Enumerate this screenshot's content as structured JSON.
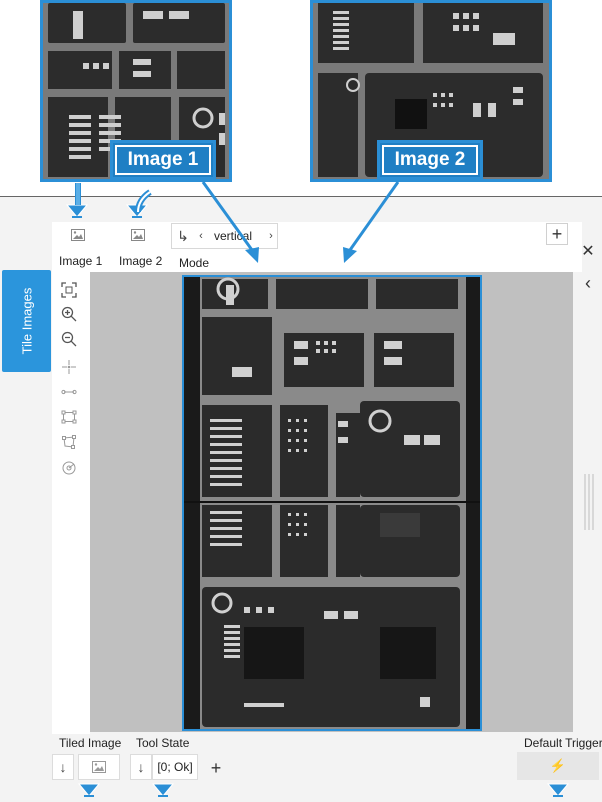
{
  "callouts": {
    "image1": "Image 1",
    "image2": "Image 2"
  },
  "inputs": {
    "image1_label": "Image 1",
    "image2_label": "Image 2",
    "mode_label": "Mode",
    "mode_value": "vertical"
  },
  "side_tab": {
    "label": "Tile Images"
  },
  "tools": [
    "fit-to-window",
    "zoom-in",
    "zoom-out",
    "point",
    "line",
    "rectangle",
    "polygon",
    "circle"
  ],
  "outputs": {
    "tiled_image_label": "Tiled Image",
    "tool_state_label": "Tool State",
    "tool_state_value": "[0; Ok]"
  },
  "trigger": {
    "label": "Default Trigger"
  },
  "colors": {
    "accent": "#2b8fd6",
    "callout_bg": "#1f7fc4",
    "side_tab": "#2b95dc",
    "panel_bg": "#f3f3f3",
    "viewer_bg": "#c0c0c0"
  }
}
